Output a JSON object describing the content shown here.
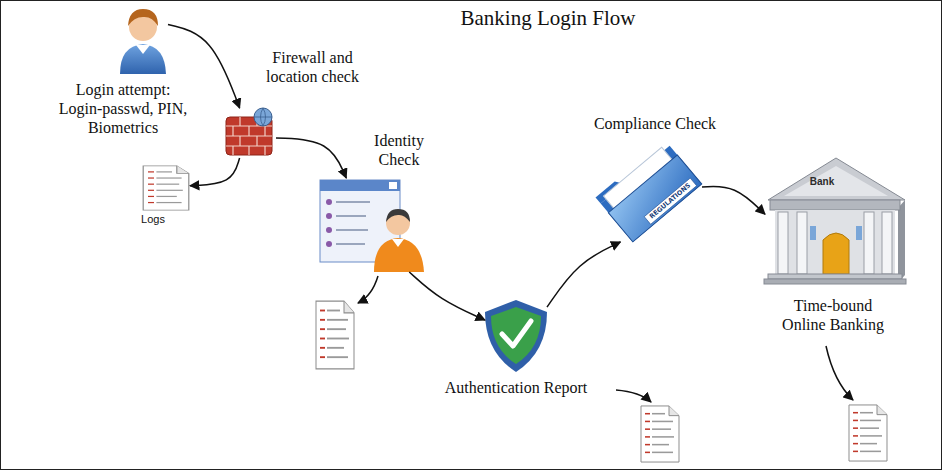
{
  "diagram": {
    "title": "Banking Login Flow",
    "nodes": [
      {
        "text": [
          "Login attempt: Login-passwd, PIN, Biometrics"
        ]
      },
      {
        "text": [
          "Firewall and location check"
        ]
      },
      {
        "text": [
          "Logs"
        ]
      },
      {
        "text": [
          "Identity Check"
        ]
      },
      {
        "text": [
          "Authentication Report"
        ]
      },
      {
        "text": [
          "Compliance Check"
        ]
      },
      {
        "text": [
          "Time-bound Online Banking"
        ]
      }
    ],
    "edges": [
      {
        "from": 0,
        "to": 1,
        "arrow": "to"
      },
      {
        "from": 1,
        "to": 2,
        "arrow": "to"
      },
      {
        "from": 1,
        "to": 3,
        "arrow": "to"
      },
      {
        "from": 3,
        "to": 4,
        "arrow": "to"
      },
      {
        "from": 4,
        "to": 5,
        "arrow": "to"
      },
      {
        "from": 5,
        "to": 6,
        "arrow": "to"
      }
    ],
    "labels": [
      "Bank",
      "REGULATIONS"
    ]
  }
}
